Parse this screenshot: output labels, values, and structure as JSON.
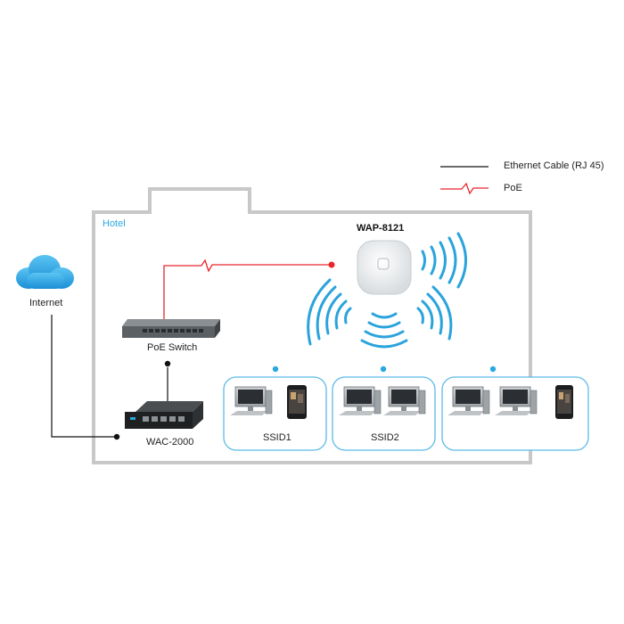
{
  "legend": {
    "ethernet_label": "Ethernet Cable (RJ 45)",
    "poe_label": "PoE"
  },
  "building": {
    "label": "Hotel"
  },
  "devices": {
    "internet": "Internet",
    "access_point": "WAP-8121",
    "poe_switch": "PoE Switch",
    "controller": "WAC-2000"
  },
  "groups": [
    {
      "label": "SSID1"
    },
    {
      "label": "SSID2"
    },
    {
      "label": ""
    }
  ],
  "colors": {
    "accent": "#29a8e0",
    "poe": "#e8262c",
    "ethernet": "#111111",
    "building_outline": "#c8c8c8"
  }
}
